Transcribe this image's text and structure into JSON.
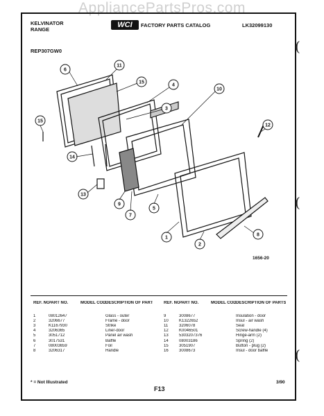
{
  "watermark": "AppliancePartsPros.com",
  "header": {
    "brand_line1": "KELVINATOR",
    "brand_line2": "RANGE",
    "logo": "WCI",
    "catalog_title": "FACTORY PARTS CATALOG",
    "catalog_number": "LK32099130",
    "model": "REP307GW0"
  },
  "diagram": {
    "figure_number": "1656-20",
    "callouts": [
      "6",
      "11",
      "15",
      "4",
      "3",
      "10",
      "15",
      "12",
      "14",
      "13",
      "9",
      "7",
      "5",
      "1",
      "2",
      "8"
    ]
  },
  "parts_table": {
    "headers": {
      "ref": "REF. NO.",
      "part": "PART NO.",
      "model": "MODEL CODES",
      "desc": "DESCRIPTION OF PARTS"
    },
    "left_rows": [
      {
        "ref": "1",
        "part": "08012647",
        "model": "",
        "desc": "Glass - outer"
      },
      {
        "ref": "2",
        "part": "3206677",
        "model": "",
        "desc": "Frame - door"
      },
      {
        "ref": "3",
        "part": "K1167930",
        "model": "",
        "desc": "Strike"
      },
      {
        "ref": "4",
        "part": "3206365",
        "model": "",
        "desc": "Liner-door"
      },
      {
        "ref": "5",
        "part": "3051712",
        "model": "",
        "desc": "Panel air wash"
      },
      {
        "ref": "6",
        "part": "3017531",
        "model": "",
        "desc": "Baffle"
      },
      {
        "ref": "7",
        "part": "08003659",
        "model": "",
        "desc": "Foil"
      },
      {
        "ref": "8",
        "part": "3206317",
        "model": "",
        "desc": "Handle"
      }
    ],
    "right_rows": [
      {
        "ref": "9",
        "part": "3008677",
        "model": "",
        "desc": "Insulation - door"
      },
      {
        "ref": "10",
        "part": "K1322652",
        "model": "",
        "desc": "Insul - air wash"
      },
      {
        "ref": "11",
        "part": "3206078",
        "model": "",
        "desc": "Seal"
      },
      {
        "ref": "12",
        "part": "K0046501",
        "model": "",
        "desc": "Screw-handle (4)"
      },
      {
        "ref": "13",
        "part": "5303207376",
        "model": "",
        "desc": "Hinge-arm (2)"
      },
      {
        "ref": "14",
        "part": "08003186",
        "model": "",
        "desc": "Spring (2)"
      },
      {
        "ref": "15",
        "part": "3051907",
        "model": "",
        "desc": "Button - plug (2)"
      },
      {
        "ref": "16",
        "part": "3008673",
        "model": "",
        "desc": "Insul - door baffle"
      }
    ]
  },
  "footer": {
    "note": "* = Not Illustrated",
    "page": "F13",
    "date": "3/90"
  }
}
